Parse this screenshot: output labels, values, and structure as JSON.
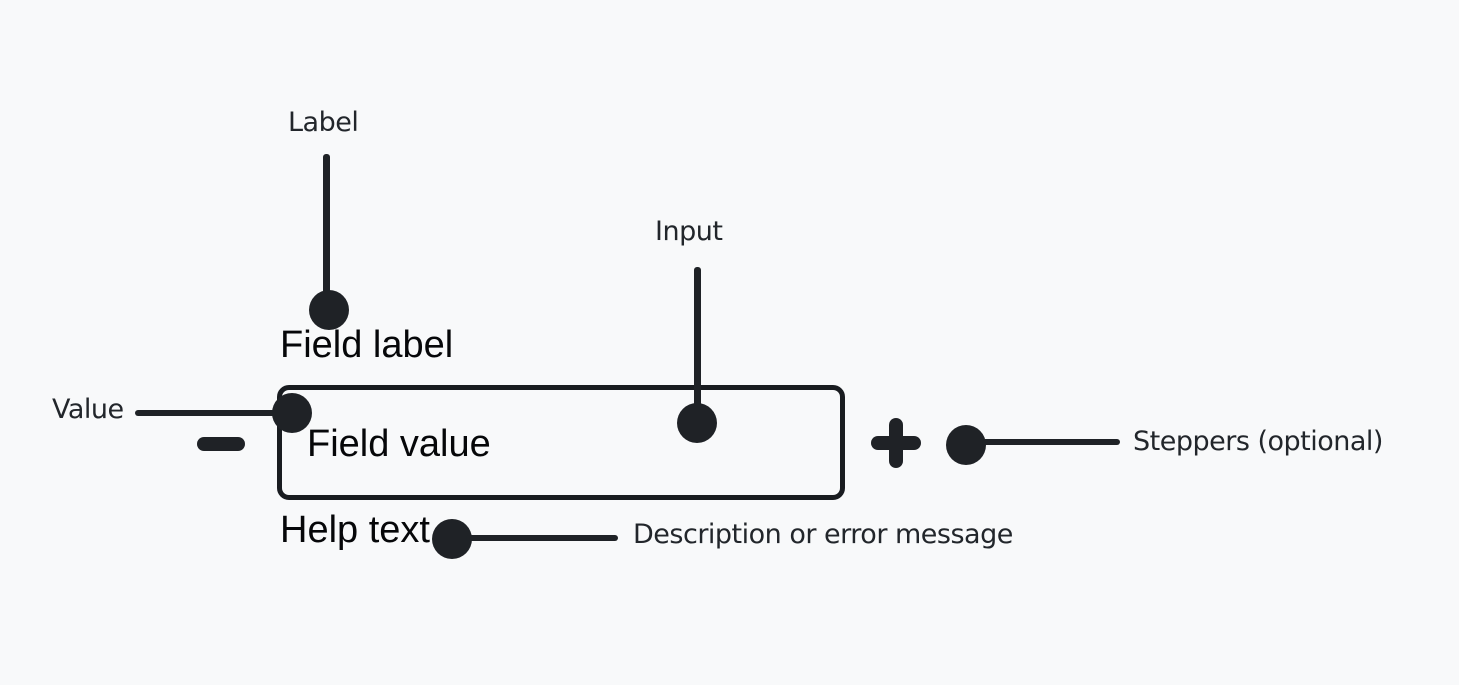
{
  "colors": {
    "bg": "#f8f9fa",
    "ink": "#1f2226",
    "annotation-ink": "#22262b",
    "component-ink": "#060709",
    "border-ink": "#191c20"
  },
  "annotations": {
    "label": "Label",
    "input": "Input",
    "value": "Value",
    "steppers": "Steppers (optional)",
    "help": "Description or error message"
  },
  "component": {
    "field_label": "Field label",
    "field_value": "Field value",
    "help_text": "Help text"
  },
  "icons": {
    "minus_stepper": "minus-icon",
    "plus_stepper": "plus-icon"
  }
}
